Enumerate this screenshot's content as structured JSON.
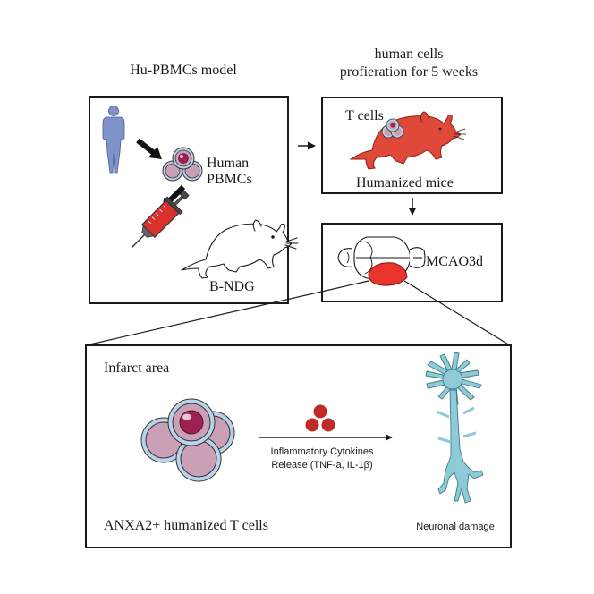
{
  "panel_a": {
    "title": "Hu-PBMCs model",
    "human_pbmcs": [
      "Human",
      "PBMCs"
    ],
    "mouse_strain": "B-NDG"
  },
  "panel_b": {
    "title": [
      "human cells",
      "profieration for 5 weeks"
    ],
    "t_cells": "T cells",
    "mouse_label": "Humanized mice"
  },
  "panel_c": {
    "label": "MCAO3d"
  },
  "panel_d": {
    "region": "Infarct area",
    "cytokines": [
      "Inflammatory Cytokines",
      "Release (TNF-a, IL-1β)"
    ],
    "cells_label": "ANXA2+ humanized T cells",
    "outcome": "Neuronal damage"
  },
  "colors": {
    "outline": "#1a1a1a",
    "human_figure": "#7f93c9",
    "mouse_red": "#e0493a",
    "infarct_red": "#e8342b",
    "cytokine_red": "#c22a2a",
    "cell_outer": "#b9d4ea",
    "cell_inner": "#c9a0b6",
    "nucleus": "#9a2152",
    "neuron": "#8fcbd7",
    "syringe_red": "#d9312c"
  }
}
